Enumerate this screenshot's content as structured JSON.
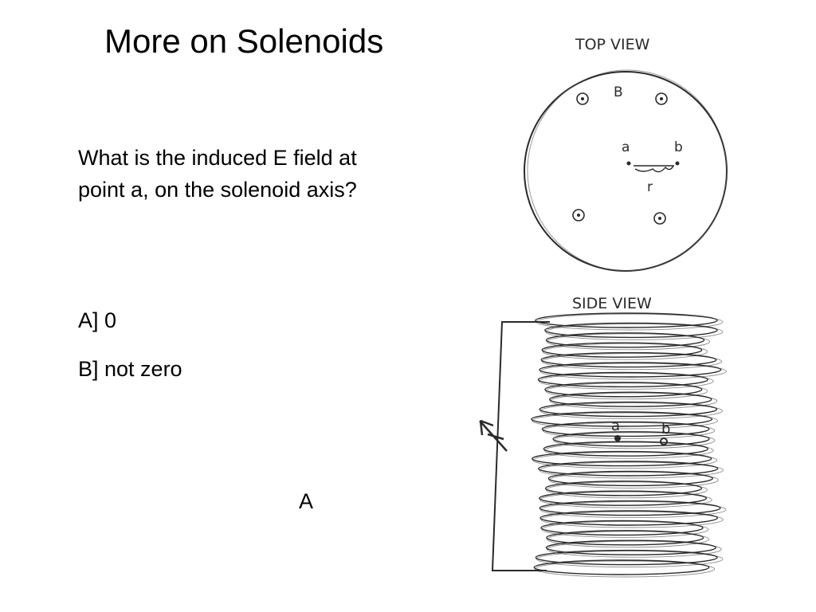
{
  "slide": {
    "title": "More on Solenoids",
    "question": "What is the induced E field at point a, on the solenoid axis?",
    "options": {
      "a": "A] 0",
      "b": "B] not zero"
    },
    "answer": "A"
  },
  "diagram": {
    "top_view": {
      "label": "TOP VIEW",
      "field_label": "B",
      "point_a": "a",
      "point_b": "b",
      "radius_label": "r"
    },
    "side_view": {
      "label": "SIDE VIEW",
      "point_a": "a",
      "point_b": "b"
    },
    "ink_color": "#2a2a2a"
  }
}
